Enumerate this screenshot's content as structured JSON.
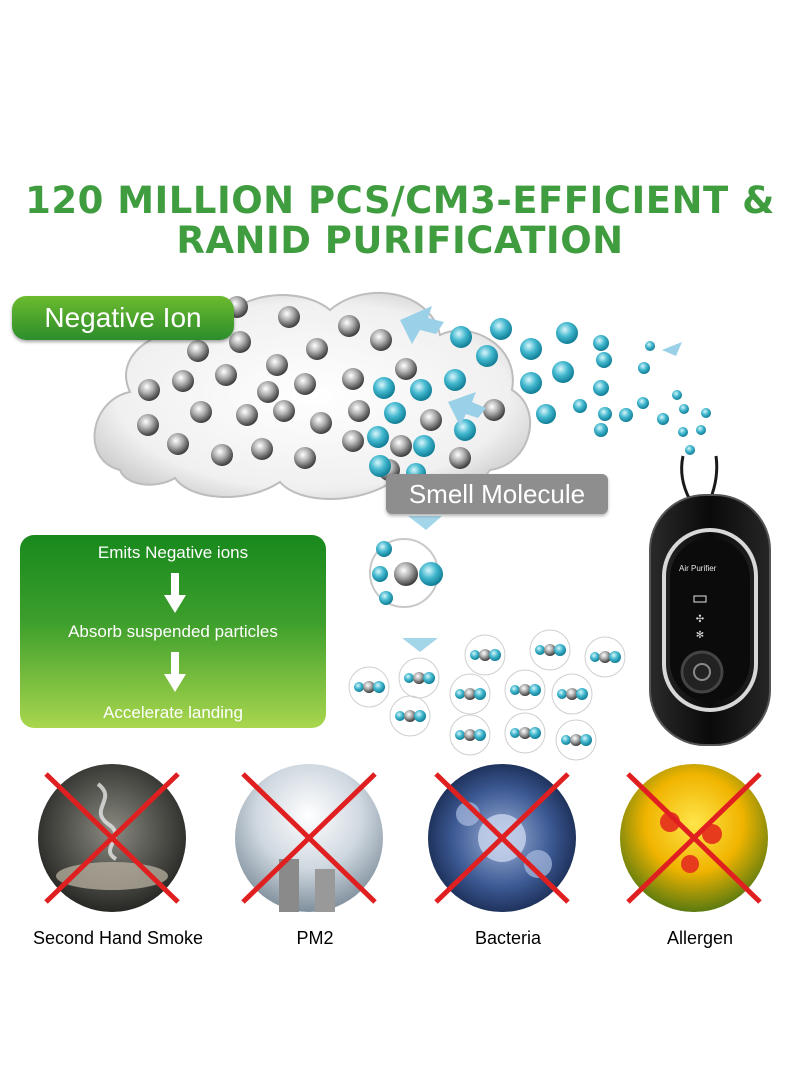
{
  "headline": {
    "line1": "120 MILLION PCS/CM3-EFFICIENT &",
    "line2": "RANID PURIFICATION"
  },
  "labels": {
    "negative_ion": "Negative Ion",
    "smell_molecule": "Smell Molecule"
  },
  "process_steps": [
    "Emits Negative ions",
    "Absorb suspended particles",
    "Accelerate landing"
  ],
  "device": {
    "label": "Air Purifier"
  },
  "pollutants": [
    {
      "label": "Second Hand Smoke"
    },
    {
      "label": "PM2"
    },
    {
      "label": "Bacteria"
    },
    {
      "label": "Allergen"
    }
  ],
  "colors": {
    "headline_green": "#3f9d3f",
    "ion_teal": "#2aa7c0",
    "molecule_gray": "#7a7a7a",
    "cross_red": "#e02020"
  }
}
